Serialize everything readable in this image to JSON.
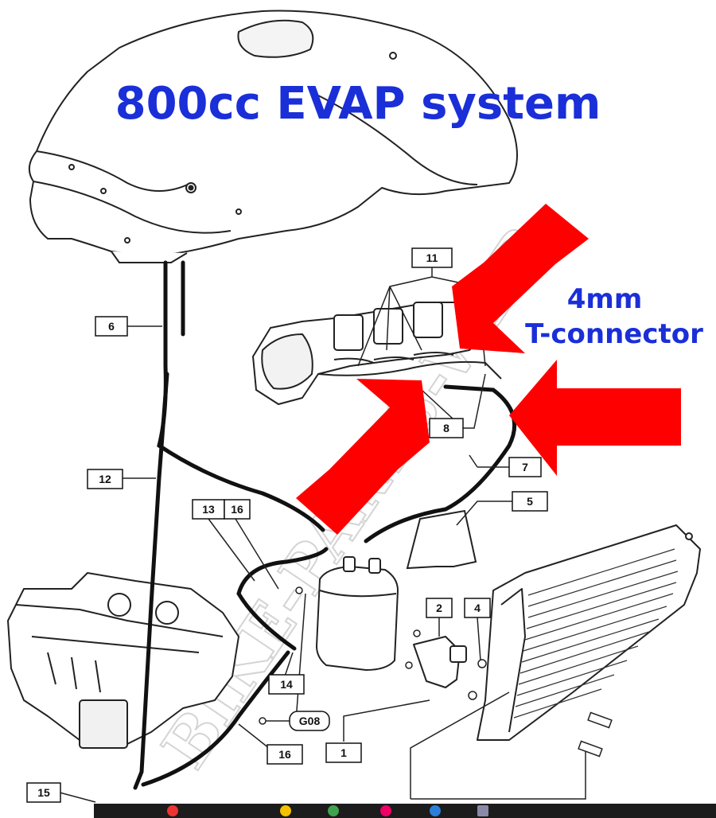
{
  "title": "800cc EVAP system",
  "annotation": {
    "line1": "4mm",
    "line2": "T-connector"
  },
  "watermark": "BIKE-PARTS-WEB",
  "callouts": [
    {
      "id": "c6",
      "label": "6"
    },
    {
      "id": "c11",
      "label": "11"
    },
    {
      "id": "c12",
      "label": "12"
    },
    {
      "id": "c8",
      "label": "8"
    },
    {
      "id": "c7",
      "label": "7"
    },
    {
      "id": "c5",
      "label": "5"
    },
    {
      "id": "c13",
      "label": "13"
    },
    {
      "id": "c16a",
      "label": "16"
    },
    {
      "id": "c2",
      "label": "2"
    },
    {
      "id": "c4",
      "label": "4"
    },
    {
      "id": "c14",
      "label": "14"
    },
    {
      "id": "cG08",
      "label": "G08"
    },
    {
      "id": "c16b",
      "label": "16"
    },
    {
      "id": "c1",
      "label": "1"
    },
    {
      "id": "c15",
      "label": "15"
    }
  ],
  "colors": {
    "title": "#1a2fd8",
    "arrow": "#ff0000",
    "line": "#1a1a1a",
    "hose": "#111111"
  }
}
